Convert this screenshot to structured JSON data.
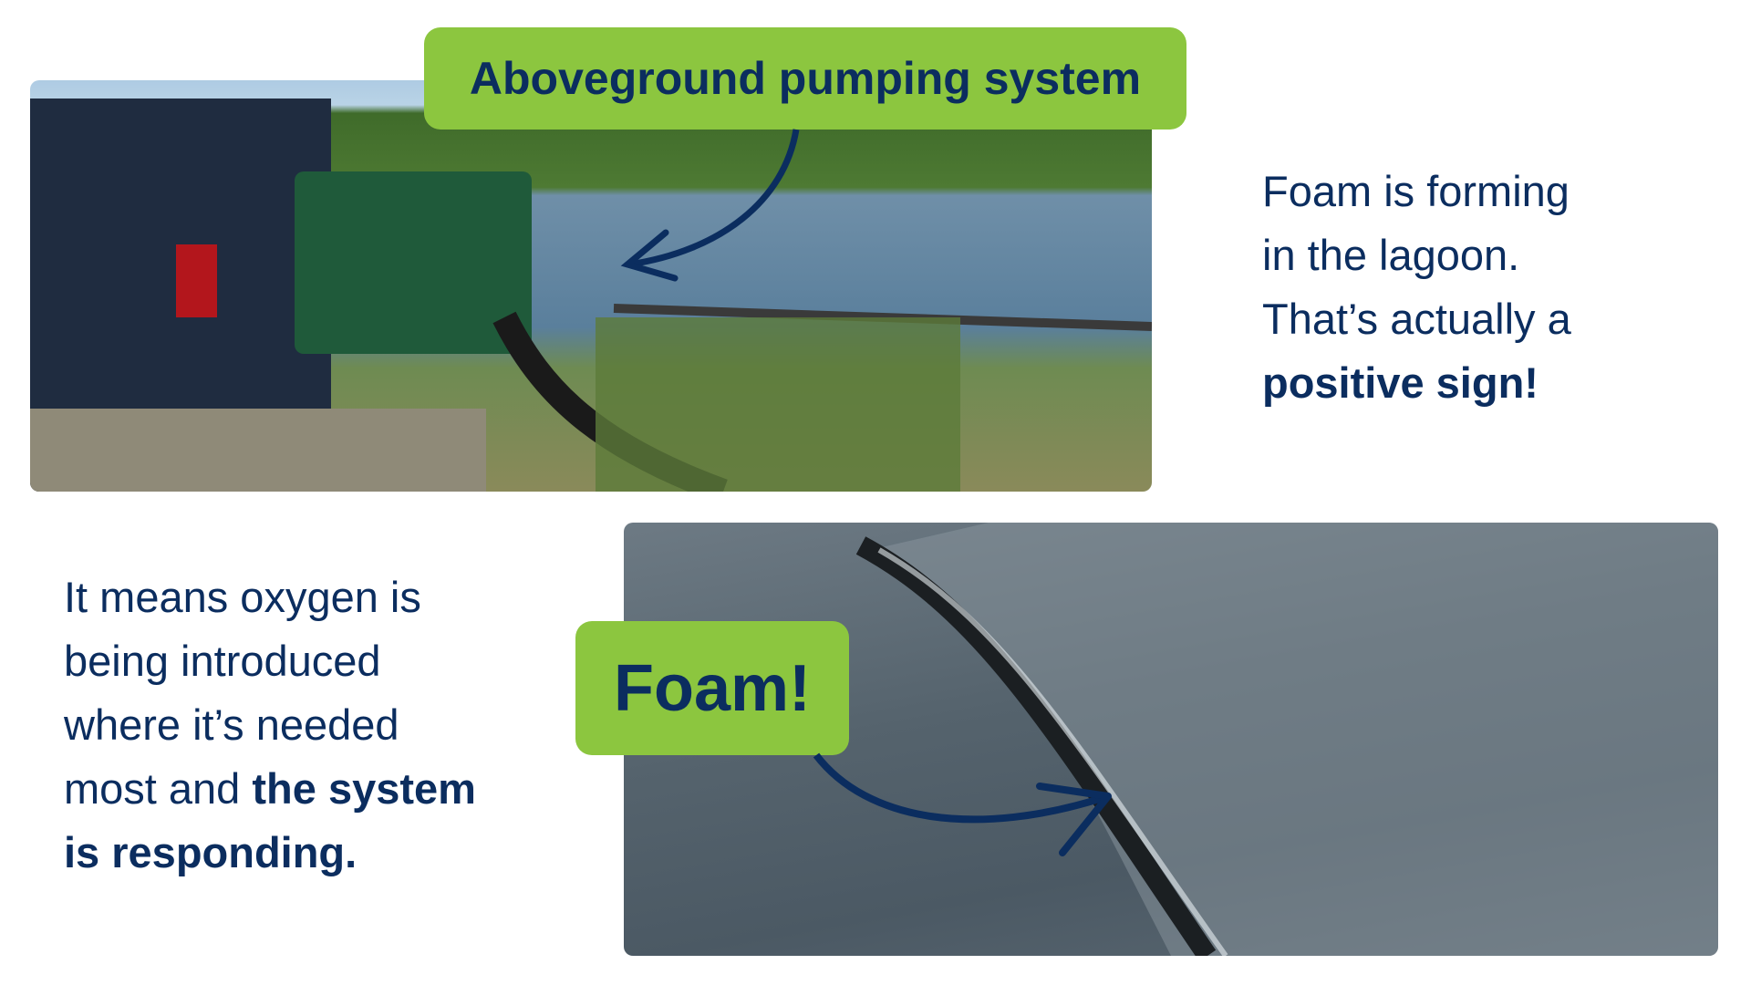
{
  "top_label": "Aboveground pumping system",
  "foam_label": "Foam!",
  "right_text": {
    "lines": [
      "Foam is forming",
      "in the lagoon.",
      "That’s actually a"
    ],
    "bold": "positive sign!"
  },
  "left_text": {
    "lines": [
      "It means oxygen is",
      "being introduced",
      "where it’s needed"
    ],
    "line4_plain": "most and ",
    "line4_bold": "the system",
    "line5_bold": "is responding."
  },
  "colors": {
    "accent_green": "#8cc63f",
    "navy": "#0b2d5f"
  }
}
